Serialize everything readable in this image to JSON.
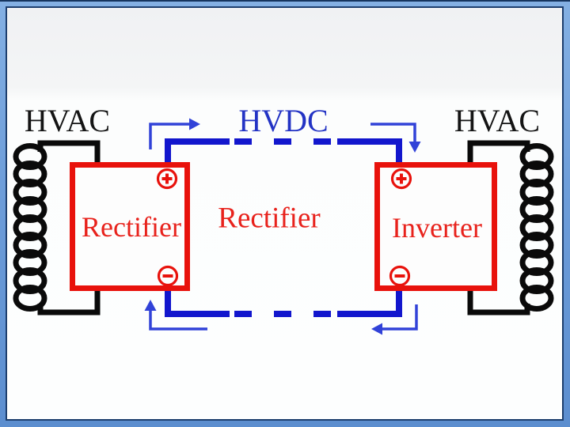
{
  "slide": {
    "frame_color": "#6d9dd9",
    "frame_border_color": "#1d3e6d",
    "canvas_background": "#fdfdfd"
  },
  "labels": {
    "hvac_left": "HVAC",
    "hvdc": "HVDC",
    "hvac_right": "HVAC",
    "left_converter": "Rectifier",
    "center_link": "Rectifier",
    "right_converter": "Inverter"
  },
  "terminals": {
    "positive": "+",
    "negative": "−"
  },
  "icons": {
    "left_transformer": "transformer-coil-icon",
    "right_transformer": "transformer-coil-icon",
    "positive_terminal": "positive-terminal-icon",
    "negative_terminal": "negative-terminal-icon",
    "flow_arrows": "flow-arrow-icon"
  },
  "colors": {
    "ac_wire_black": "#0a0a0a",
    "dc_line_blue": "#1216cd",
    "arrow_blue": "#3142d8",
    "converter_box_red": "#e8120c",
    "text_red": "#e8221c",
    "text_blue": "#2333c4",
    "text_black": "#141414"
  }
}
